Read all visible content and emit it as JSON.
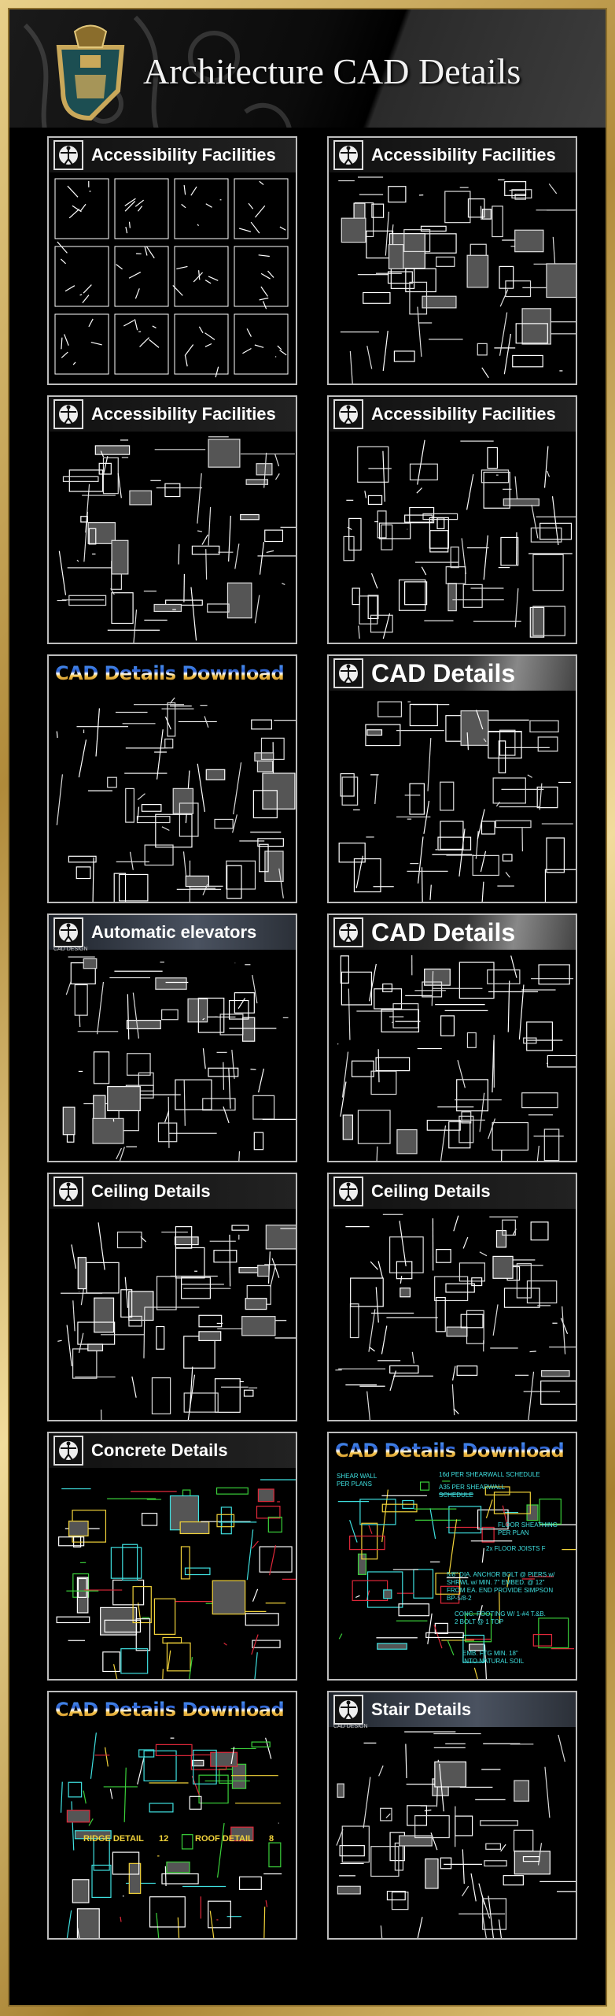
{
  "header": {
    "title": "Architecture CAD Details",
    "crest_icon": "royal-crest-logo"
  },
  "colors": {
    "gold": "#c9a85a",
    "background": "#000000",
    "tile_border": "#bdbdbd",
    "cad_cyan": "#3fe0e0",
    "cad_red": "#e0283a",
    "cad_green": "#3ad03a"
  },
  "tiles": [
    {
      "title": "Accessibility Facilities",
      "style": "dark",
      "kind": "grid"
    },
    {
      "title": "Accessibility Facilities",
      "style": "dark",
      "kind": "stairs"
    },
    {
      "title": "Accessibility Facilities",
      "style": "dark",
      "kind": "plans"
    },
    {
      "title": "Accessibility Facilities",
      "style": "dark",
      "kind": "ramp"
    },
    {
      "title": "CAD Details Download",
      "style": "grad",
      "kind": "trench"
    },
    {
      "title": "CAD Details",
      "style": "photo",
      "kind": "sections"
    },
    {
      "title": "Automatic elevators",
      "style": "stone",
      "subtitle": "CAD DESIGN",
      "kind": "elevator"
    },
    {
      "title": "CAD Details",
      "style": "photo",
      "kind": "sections"
    },
    {
      "title": "Ceiling Details",
      "style": "dark",
      "kind": "ceiling"
    },
    {
      "title": "Ceiling Details",
      "style": "dark",
      "kind": "ceiling"
    },
    {
      "title": "Concrete Details",
      "style": "dark",
      "kind": "concrete"
    },
    {
      "title": "CAD Details Download",
      "style": "grad",
      "kind": "footing"
    },
    {
      "title": "CAD Details Download",
      "style": "grad",
      "kind": "roof"
    },
    {
      "title": "Stair Details",
      "style": "stone",
      "subtitle": "CAD DESIGN",
      "kind": "stairs"
    }
  ],
  "footing_notes": [
    "SHEAR WALL\nPER PLANS",
    "16d PER SHEARWALL SCHEDULE",
    "A35 PER SHEARWALL\nSCHEDULE",
    "FLOOR SHEATHING\nPER PLAN",
    "2x FLOOR JOISTS F",
    "5/8\" DIA. ANCHOR BOLT @ PIERS w/\nSHRWL w/ MIN. 7\" EMBED. @ 12\"\nFROM EA. END PROVIDE SIMPSON\nBP-5/8-2",
    "CONC. FOOTING W/ 1-#4 T.&B.\n2 BOLT @ 1 TOP",
    "EMB. FTG MIN. 18\"\nINTO NATURAL SOIL"
  ],
  "roof_labels": [
    "RIDGE DETAIL",
    "12",
    "ROOF DETAIL",
    "8"
  ]
}
